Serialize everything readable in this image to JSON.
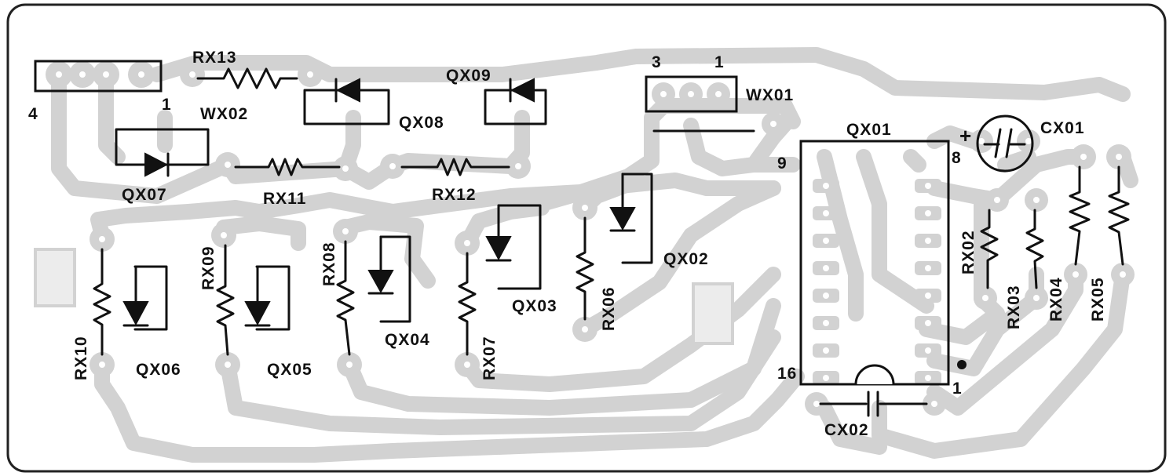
{
  "diagram": {
    "resistors": [
      {
        "id": "rx13",
        "label": "RX13"
      },
      {
        "id": "rx11",
        "label": "RX11"
      },
      {
        "id": "rx12",
        "label": "RX12"
      },
      {
        "id": "rx10",
        "label": "RX10"
      },
      {
        "id": "rx09",
        "label": "RX09"
      },
      {
        "id": "rx08",
        "label": "RX08"
      },
      {
        "id": "rx07",
        "label": "RX07"
      },
      {
        "id": "rx06",
        "label": "RX06"
      },
      {
        "id": "rx02",
        "label": "RX02"
      },
      {
        "id": "rx03",
        "label": "RX03"
      },
      {
        "id": "rx04",
        "label": "RX04"
      },
      {
        "id": "rx05",
        "label": "RX05"
      }
    ],
    "diodes": [
      {
        "id": "qx07",
        "label": "QX07"
      },
      {
        "id": "qx08",
        "label": "QX08"
      },
      {
        "id": "qx09",
        "label": "QX09"
      },
      {
        "id": "qx06",
        "label": "QX06"
      },
      {
        "id": "qx05",
        "label": "QX05"
      },
      {
        "id": "qx04",
        "label": "QX04"
      },
      {
        "id": "qx03",
        "label": "QX03"
      },
      {
        "id": "qx02",
        "label": "QX02"
      }
    ],
    "connectors": [
      {
        "id": "wx02",
        "label": "WX02",
        "pin_left": "4",
        "pin_right": "1"
      },
      {
        "id": "wx01",
        "label": "WX01",
        "pin_left": "3",
        "pin_right": "1"
      }
    ],
    "ic": {
      "label": "QX01",
      "pin_9": "9",
      "pin_8": "8",
      "pin_16": "16",
      "pin_1": "1"
    },
    "capacitors": [
      {
        "id": "cx01",
        "label": "CX01",
        "polarity": "+"
      },
      {
        "id": "cx02",
        "label": "CX02"
      }
    ],
    "colors": {
      "trace": "#d2d2d2",
      "ink": "#111111",
      "board": "#ffffff"
    }
  }
}
